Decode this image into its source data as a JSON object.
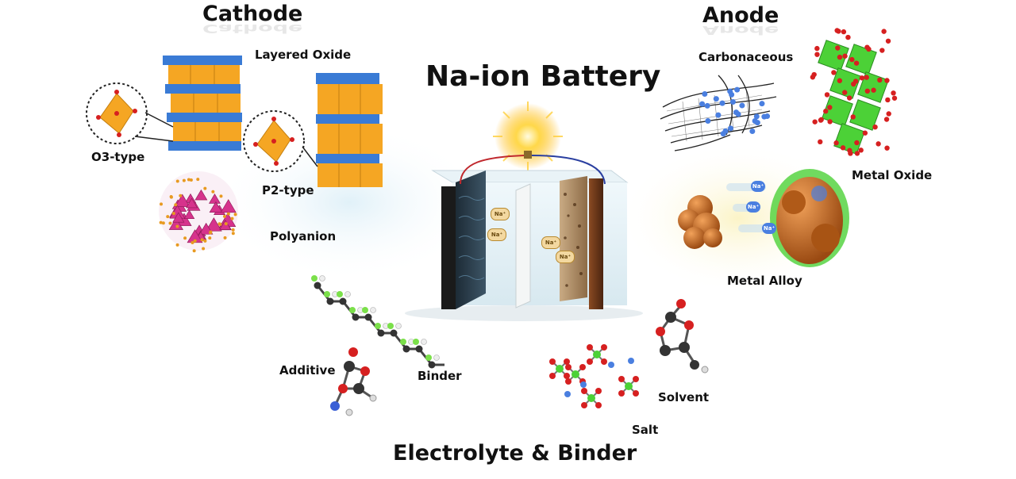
{
  "title": "Na-ion Battery",
  "sections": {
    "cathode": "Cathode",
    "anode": "Anode",
    "electrolyte": "Electrolyte & Binder"
  },
  "cathode_items": {
    "layered_oxide": "Layered Oxide",
    "o3": "O3-type",
    "p2": "P2-type",
    "polyanion": "Polyanion"
  },
  "anode_items": {
    "carbonaceous": "Carbonaceous",
    "metal_oxide": "Metal Oxide",
    "metal_alloy": "Metal Alloy"
  },
  "electrolyte_items": {
    "additive": "Additive",
    "binder": "Binder",
    "solvent": "Solvent",
    "salt": "Salt"
  },
  "ion_label": "Na⁺",
  "colors": {
    "octa_orange": "#f5a623",
    "octa_blue": "#3a7bd5",
    "polyanion_pink": "#d6338c",
    "metal_oxide_green": "#4cd137",
    "oxygen_red": "#d62020",
    "carbon_black": "#222222",
    "alloy_brown": "#c86a1e",
    "sodium_blue": "#4a7fe0"
  }
}
